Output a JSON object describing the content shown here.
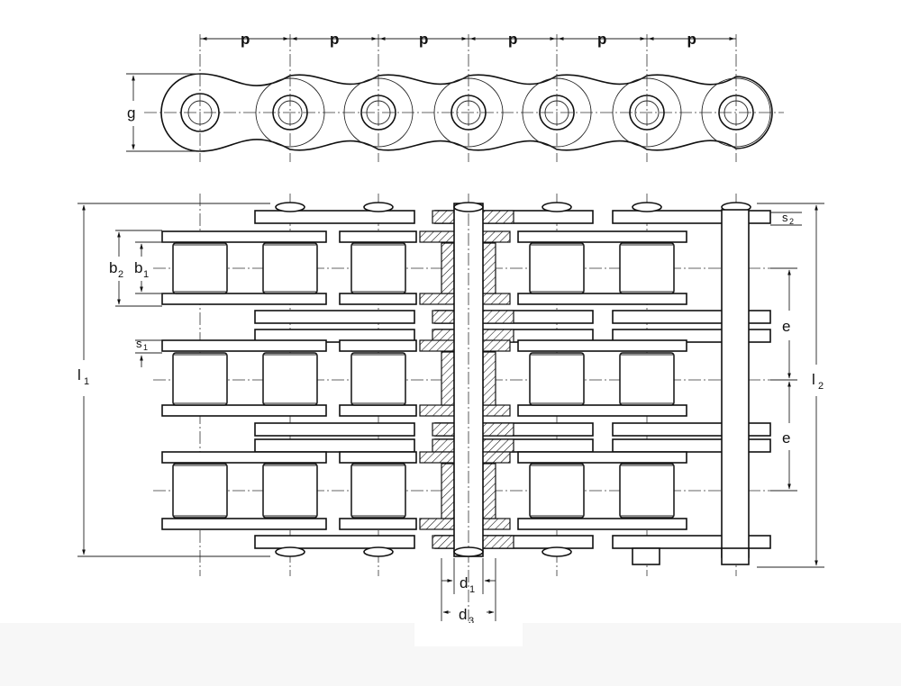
{
  "labels": {
    "pitch": "p",
    "plate_height": "g",
    "inner_width_outer": "b",
    "inner_width_outer_sub": "2",
    "inner_width": "b",
    "inner_width_sub": "1",
    "plate_thickness": "s",
    "plate_thickness_sub": "1",
    "pin_protrusion": "s",
    "pin_protrusion_sub": "2",
    "transverse_pitch_1": "e",
    "transverse_pitch_2": "e",
    "overall_length": "l",
    "overall_length_sub": "1",
    "overall_length_riveted": "l",
    "overall_length_riveted_sub": "2",
    "roller_diameter": "d",
    "roller_diameter_sub": "1",
    "bushing_diameter": "d",
    "bushing_diameter_sub": "3"
  }
}
